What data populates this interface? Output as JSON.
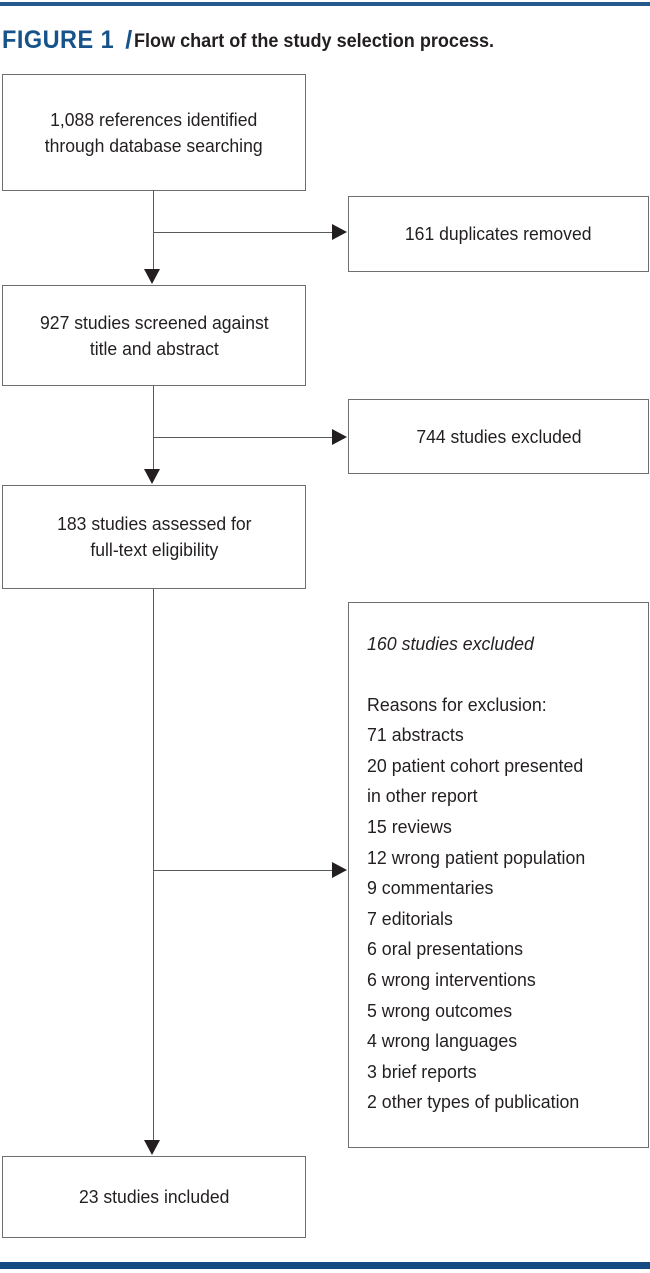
{
  "figure": {
    "label": "FIGURE 1",
    "separator": "/",
    "title": "Flow chart of the study selection process."
  },
  "colors": {
    "rule_top": "#245a8d",
    "rule_bottom": "#164a82",
    "label_blue": "#17538a",
    "box_border": "#6d6e71",
    "text": "#231f20",
    "connector": "#58595b"
  },
  "chart_data": {
    "type": "diagram",
    "title": "Flow chart of the study selection process.",
    "nodes": [
      {
        "id": "identified",
        "column": "left",
        "text": "1,088 references identified through database searching"
      },
      {
        "id": "duplicates",
        "column": "right",
        "text": "161 duplicates removed"
      },
      {
        "id": "screened",
        "column": "left",
        "text": "927 studies screened against title and abstract"
      },
      {
        "id": "excluded744",
        "column": "right",
        "text": "744 studies excluded"
      },
      {
        "id": "assessed",
        "column": "left",
        "text": "183 studies assessed for full-text eligibility"
      },
      {
        "id": "reasons",
        "column": "right",
        "text": "160 studies excluded"
      },
      {
        "id": "included",
        "column": "left",
        "text": "23 studies included"
      }
    ],
    "edges": [
      {
        "from": "identified",
        "to": "screened",
        "direction": "down"
      },
      {
        "from": "identified",
        "to": "duplicates",
        "direction": "right"
      },
      {
        "from": "screened",
        "to": "assessed",
        "direction": "down"
      },
      {
        "from": "screened",
        "to": "excluded744",
        "direction": "right"
      },
      {
        "from": "assessed",
        "to": "included",
        "direction": "down"
      },
      {
        "from": "assessed",
        "to": "reasons",
        "direction": "right"
      }
    ],
    "counts": {
      "identified": 1088,
      "duplicates_removed": 161,
      "screened": 927,
      "excluded_title_abstract": 744,
      "assessed_full_text": 183,
      "excluded_full_text": 160,
      "included": 23
    }
  },
  "boxes": {
    "identified": {
      "line1": "1,088 references identified",
      "line2": "through database searching"
    },
    "duplicates": {
      "line1": "161 duplicates removed"
    },
    "screened": {
      "line1": "927 studies screened against",
      "line2": "title and abstract"
    },
    "excluded744": {
      "line1": "744 studies excluded"
    },
    "assessed": {
      "line1": "183 studies assessed for",
      "line2": "full-text eligibility"
    },
    "included": {
      "line1": "23 studies included"
    },
    "reasons": {
      "title": "160 studies excluded",
      "heading": "Reasons for exclusion:",
      "items": [
        "71 abstracts",
        "20 patient cohort presented",
        "in other report",
        "15 reviews",
        "12 wrong patient population",
        "9 commentaries",
        "7 editorials",
        "6 oral presentations",
        "6 wrong interventions",
        "5 wrong outcomes",
        "4 wrong languages",
        "3 brief reports",
        "2 other types of publication"
      ]
    }
  }
}
